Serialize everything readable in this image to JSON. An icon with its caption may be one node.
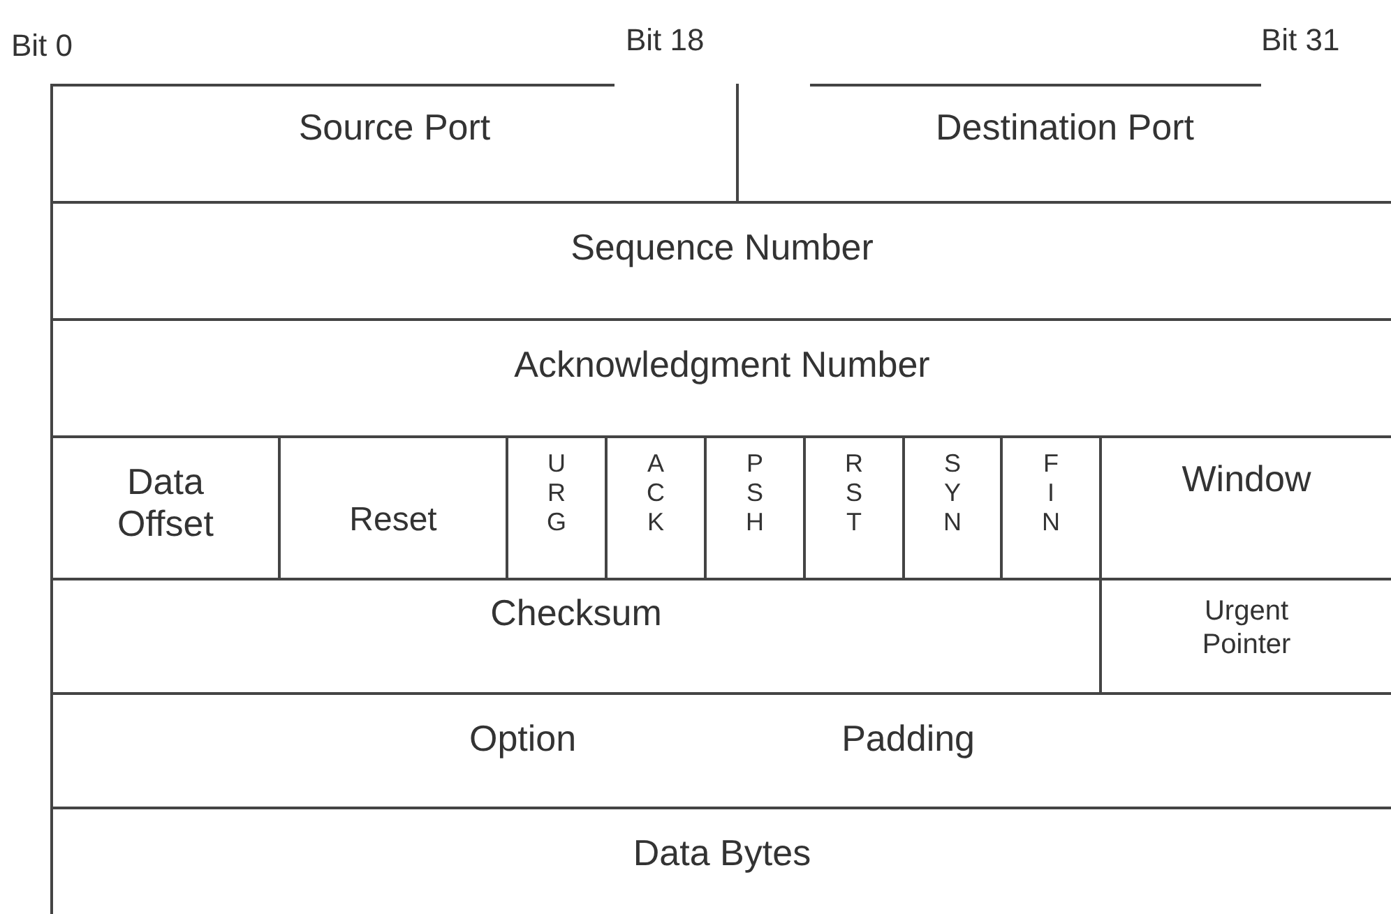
{
  "diagram": {
    "nodes": [
      {
        "text": [
          "Source Port"
        ]
      },
      {
        "text": [
          "Destination Port"
        ]
      },
      {
        "text": [
          "Sequence Number"
        ]
      },
      {
        "text": [
          "Acknowledgment Number"
        ]
      },
      {
        "text": [
          "Data Offset"
        ]
      },
      {
        "text": [
          "Reset"
        ]
      },
      {
        "text": [
          "U R G"
        ]
      },
      {
        "text": [
          "A C K"
        ]
      },
      {
        "text": [
          "P S H"
        ]
      },
      {
        "text": [
          "R S T"
        ]
      },
      {
        "text": [
          "S Y N"
        ]
      },
      {
        "text": [
          "F I N"
        ]
      },
      {
        "text": [
          "Window"
        ]
      },
      {
        "text": [
          "Checksum"
        ]
      },
      {
        "text": [
          "Urgent Pointer"
        ]
      },
      {
        "text": [
          "Option",
          "Padding"
        ]
      },
      {
        "text": [
          "Data Bytes"
        ]
      }
    ],
    "labels": [
      "Bit 0",
      "Bit 18",
      "Bit 31"
    ]
  }
}
